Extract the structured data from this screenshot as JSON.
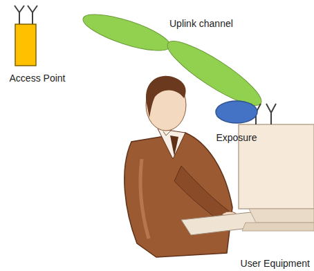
{
  "diagram": {
    "nodes": [
      {
        "text": [
          "Access Point"
        ]
      },
      {
        "text": [
          "User Equipment"
        ]
      },
      {
        "text": [
          "Exposure"
        ]
      }
    ],
    "labels": [
      "Uplink channel"
    ]
  }
}
